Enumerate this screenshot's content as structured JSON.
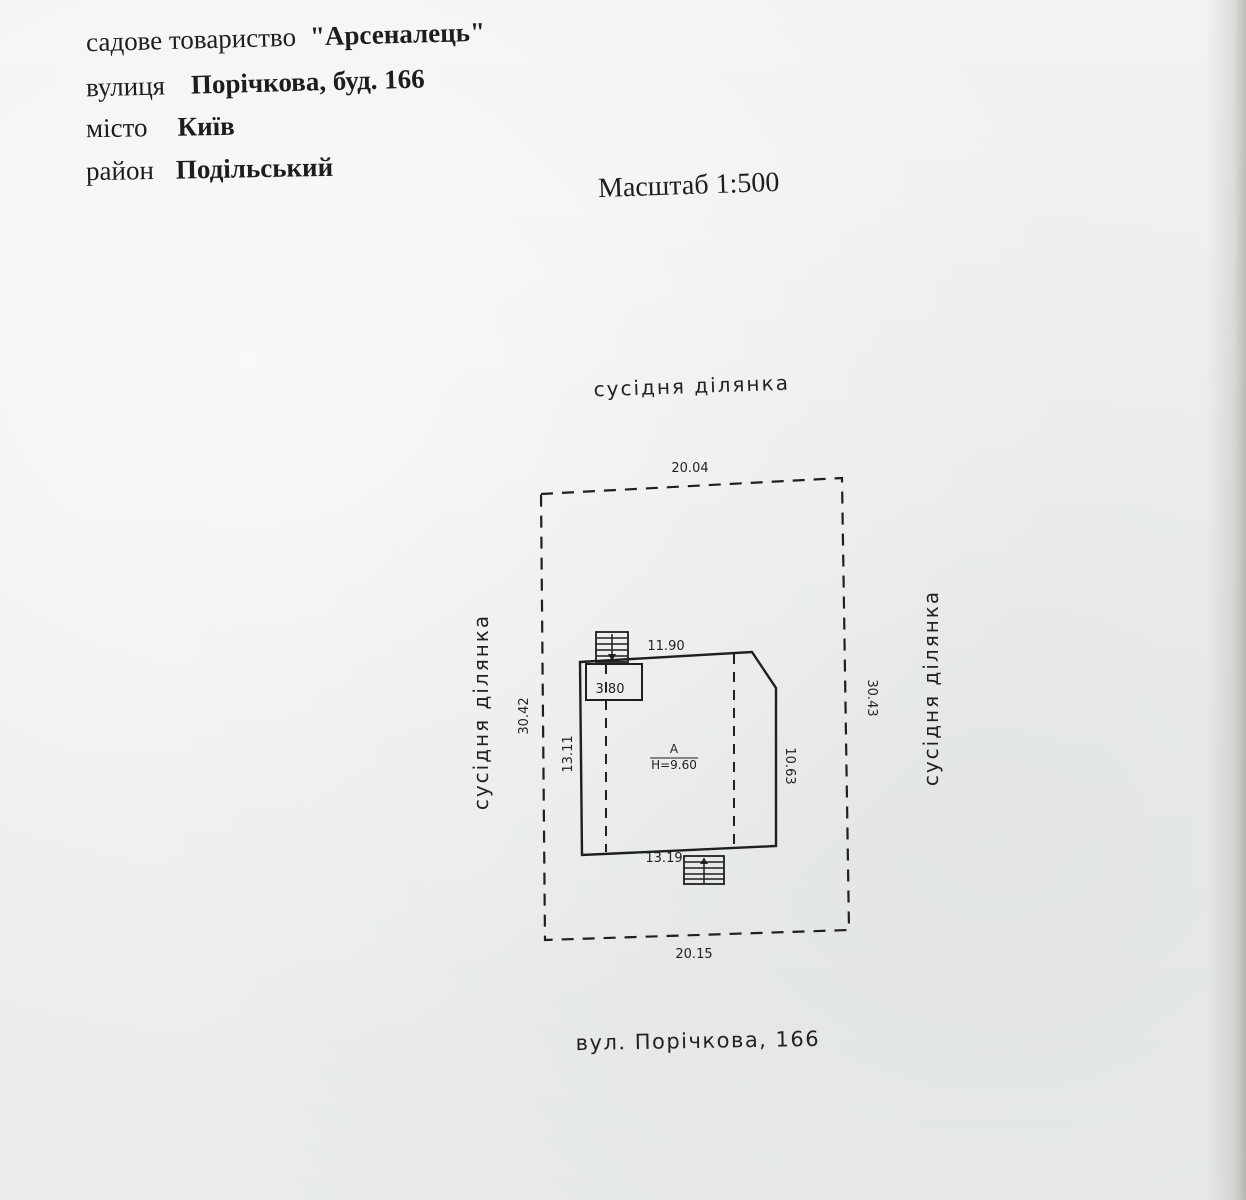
{
  "header": {
    "society_label": "садове товариство",
    "society_value": "\"Арсеналець\"",
    "street_label": "вулиця",
    "street_value": "Порічкова, буд. 166",
    "city_label": "місто",
    "city_value": "Київ",
    "district_label": "район",
    "district_value": "Подільський"
  },
  "scale": "Масштаб 1:500",
  "plan": {
    "neighbor_top": "сусідня ділянка",
    "neighbor_left": "сусідня ділянка",
    "neighbor_right": "сусідня ділянка",
    "street_bottom": "вул. Порічкова, 166",
    "lot_top_width": "20.04",
    "lot_bottom_width": "20.15",
    "lot_left_depth": "30.42",
    "lot_right_depth": "30.43",
    "building_top_width": "11.90",
    "building_bottom_width": "13.19",
    "building_left_depth": "13.11",
    "building_right_depth": "10.63",
    "annex_size": "3.80",
    "building_letter": "А",
    "building_height": "H=9.60"
  }
}
